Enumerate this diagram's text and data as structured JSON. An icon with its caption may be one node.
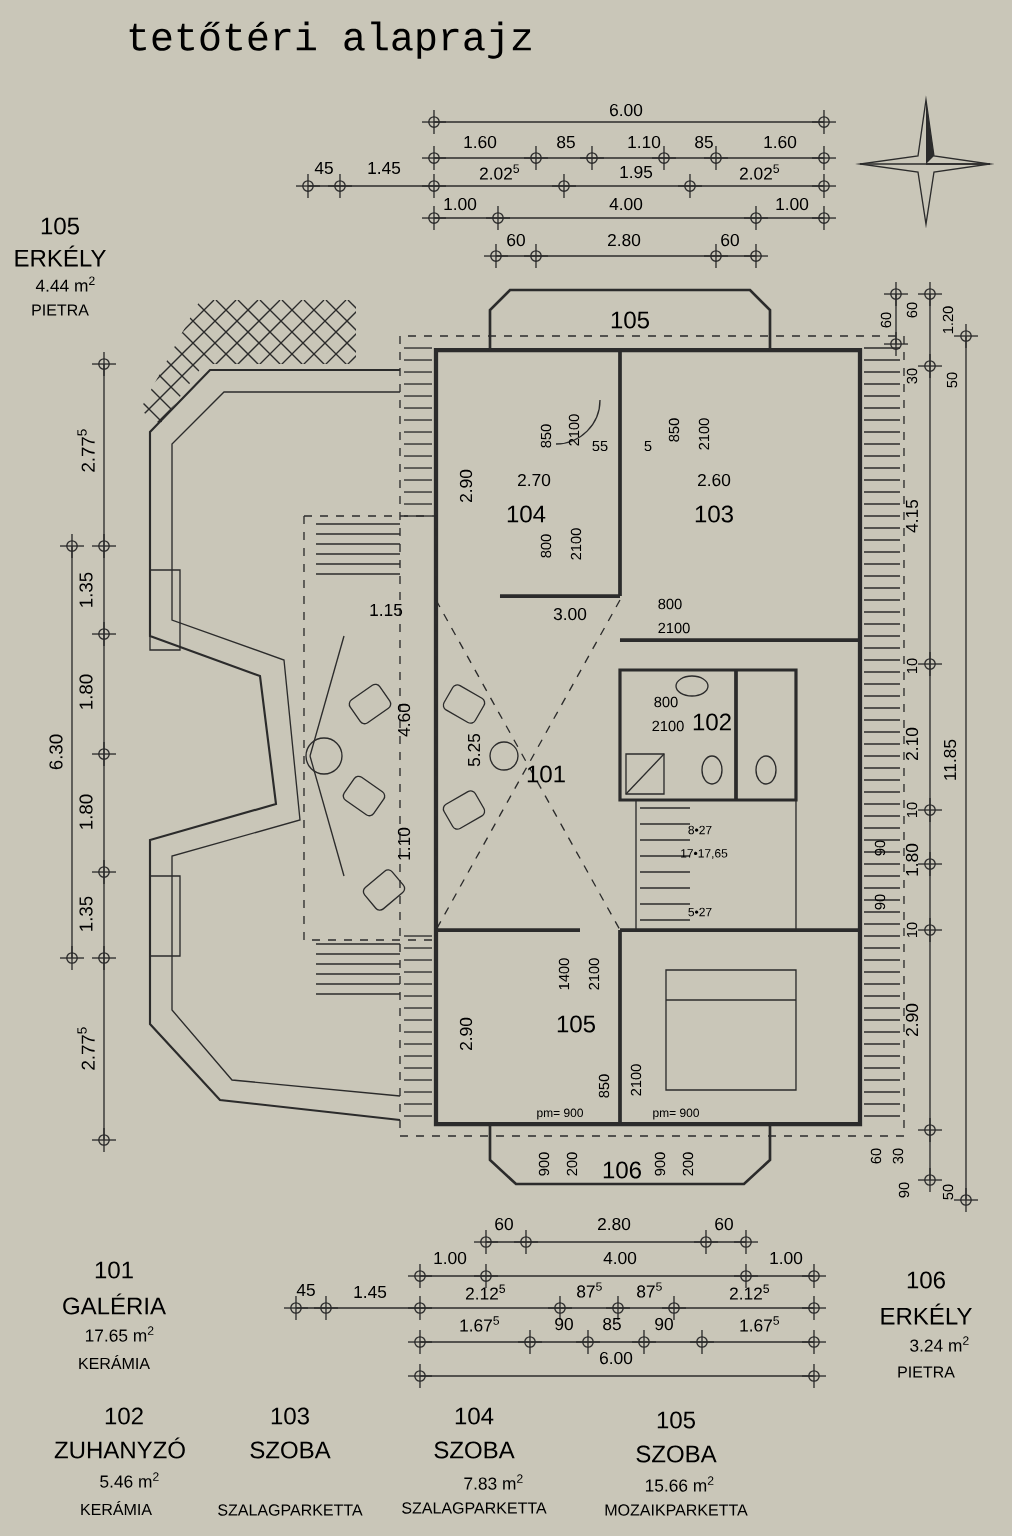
{
  "diagram": {
    "title": "tetőtéri alaprajz",
    "labels": [
      "105",
      "ERKÉLY",
      "4.44 m$^{2}$",
      "PIETRA",
      "6.00",
      "1.60",
      "85",
      "1.10",
      "85",
      "1.60",
      "45",
      "1.45",
      "2.02$^{5}$",
      "1.95",
      "2.02$^{5}$",
      "1.00",
      "4.00",
      "1.00",
      "60",
      "2.80",
      "60",
      "2.77$^{5}$",
      "1.35",
      "1.80",
      "6.30",
      "1.80",
      "1.35",
      "2.77$^{5}$",
      "60",
      "60",
      "1.20",
      "30",
      "50",
      "4.15",
      "10",
      "2.10",
      "11.85",
      "10",
      "90",
      "1.80",
      "90",
      "10",
      "2.90",
      "60",
      "30",
      "90",
      "50",
      "105",
      "850",
      "2100",
      "55",
      "5",
      "850",
      "2100",
      "2.90",
      "2.70",
      "2.60",
      "104",
      "103",
      "800",
      "2100",
      "1.15",
      "3.00",
      "800",
      "2100",
      "800",
      "2100",
      "102",
      "4.60",
      "5.25",
      "101",
      "8•27",
      "17•17,65",
      "1.10",
      "5•27",
      "1400",
      "2100",
      "105",
      "2.90",
      "850",
      "2100",
      "pm= 900",
      "pm= 900",
      "900",
      "200",
      "106",
      "900",
      "200",
      "101",
      "GALÉRIA",
      "17.65 m$^{2}$",
      "KERÁMIA",
      "106",
      "ERKÉLY",
      "3.24 m$^{2}$",
      "PIETRA",
      "60",
      "2.80",
      "60",
      "1.00",
      "4.00",
      "1.00",
      "45",
      "1.45",
      "2.12$^{5}$",
      "87$^{5}$",
      "87$^{5}$",
      "2.12$^{5}$",
      "1.67$^{5}$",
      "90",
      "85",
      "90",
      "1.67$^{5}$",
      "6.00",
      "102",
      "ZUHANYZÓ",
      "5.46 m$^{2}$",
      "KERÁMIA",
      "103",
      "SZOBA",
      "SZALAGPARKETTA",
      "104",
      "SZOBA",
      "7.83 m$^{2}$",
      "SZALAGPARKETTA",
      "105",
      "SZOBA",
      "15.66 m$^{2}$",
      "MOZAIKPARKETTA"
    ]
  }
}
